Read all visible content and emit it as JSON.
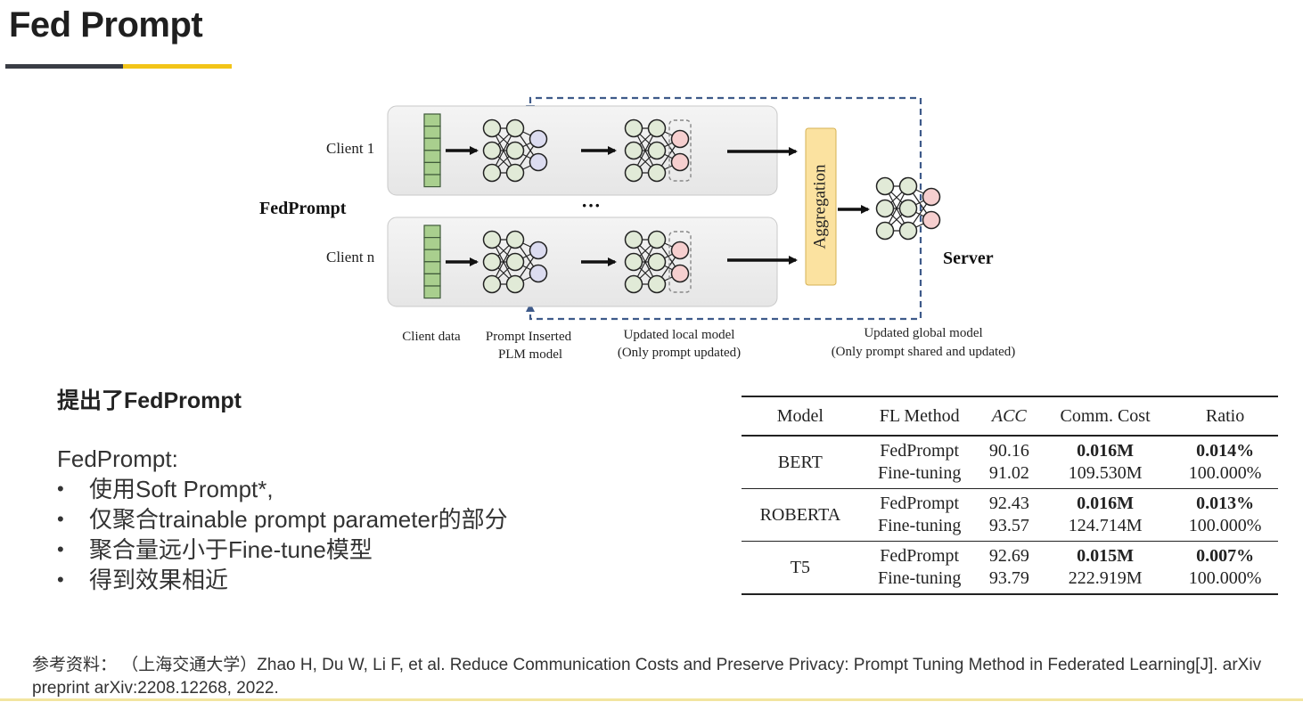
{
  "title": "Fed Prompt",
  "diagram": {
    "framework_label": "FedPrompt",
    "client1_label": "Client 1",
    "clientn_label": "Client n",
    "ellipsis": "···",
    "aggregation_label": "Aggregation",
    "server_label": "Server",
    "caption_client_data": "Client data",
    "caption_prompt_inserted_1": "Prompt Inserted",
    "caption_prompt_inserted_2": "PLM model",
    "caption_updated_local_1": "Updated local model",
    "caption_updated_local_2": "(Only prompt updated)",
    "caption_updated_global_1": "Updated global model",
    "caption_updated_global_2": "(Only prompt shared and updated)"
  },
  "headline": "提出了FedPrompt",
  "body": {
    "intro": "FedPrompt:",
    "bullets": [
      "使用Soft Prompt*,",
      "仅聚合trainable prompt parameter的部分",
      "聚合量远小于Fine-tune模型",
      "得到效果相近"
    ]
  },
  "table": {
    "headers": [
      "Model",
      "FL Method",
      "ACC",
      "Comm. Cost",
      "Ratio"
    ],
    "groups": [
      {
        "model": "BERT",
        "rows": [
          {
            "method": "FedPrompt",
            "acc": "90.16",
            "cost": "0.016M",
            "ratio": "0.014%"
          },
          {
            "method": "Fine-tuning",
            "acc": "91.02",
            "cost": "109.530M",
            "ratio": "100.000%"
          }
        ]
      },
      {
        "model": "ROBERTA",
        "rows": [
          {
            "method": "FedPrompt",
            "acc": "92.43",
            "cost": "0.016M",
            "ratio": "0.013%"
          },
          {
            "method": "Fine-tuning",
            "acc": "93.57",
            "cost": "124.714M",
            "ratio": "100.000%"
          }
        ]
      },
      {
        "model": "T5",
        "rows": [
          {
            "method": "FedPrompt",
            "acc": "92.69",
            "cost": "0.015M",
            "ratio": "0.007%"
          },
          {
            "method": "Fine-tuning",
            "acc": "93.79",
            "cost": "222.919M",
            "ratio": "100.000%"
          }
        ]
      }
    ]
  },
  "reference": "参考资料： （上海交通大学）Zhao H, Du W, Li F, et al. Reduce Communication Costs and Preserve Privacy: Prompt Tuning Method in Federated Learning[J]. arXiv preprint arXiv:2208.12268, 2022.",
  "colors": {
    "accent_yellow": "#f2c418",
    "title_bar_dark": "#3a3d45",
    "client_data_green": "#a9cf8e",
    "prompt_pink": "#f6cfcf",
    "prompt_lavender": "#dcdcf0",
    "aggregation_box": "#fbe2a0",
    "dashed_blue": "#3e5a8a"
  }
}
